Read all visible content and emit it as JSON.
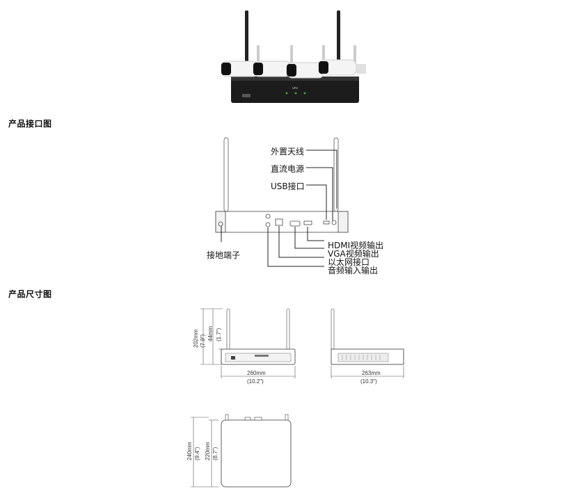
{
  "sections": {
    "interface_title": "产品接口图",
    "dimension_title": "产品尺寸图"
  },
  "interface_labels": {
    "antenna": "外置天线",
    "power": "直流电源",
    "usb": "USB接口",
    "ground": "接地端子",
    "hdmi": "HDMI视频输出",
    "vga": "VGA视频输出",
    "ethernet": "以太网接口",
    "audio": "音频输入输出"
  },
  "front_view": {
    "height_total_mm": "202mm",
    "height_total_in": "(7.9\")",
    "height_body_mm": "44mm",
    "height_body_in": "(1.7\")",
    "width_mm": "260mm",
    "width_in": "(10.2\")"
  },
  "side_view": {
    "depth_mm": "263mm",
    "depth_in": "(10.3\")"
  },
  "top_view": {
    "depth_total_mm": "240mm",
    "depth_total_in": "(9.4\")",
    "depth_body_mm": "220mm",
    "depth_body_in": "(8.7\")"
  },
  "product_photo": {
    "brand_text": "unv"
  }
}
